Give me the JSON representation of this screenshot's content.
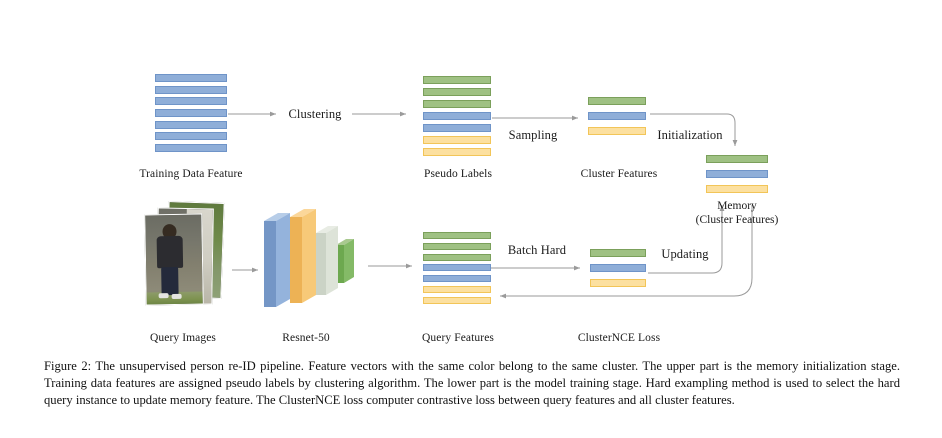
{
  "figure": {
    "caption_label": "Figure 2:",
    "caption_text": "The unsupervised person re-ID pipeline. Feature vectors with the same color belong to the same cluster. The upper part is the memory initialization stage. Training data features are assigned pseudo labels by clustering algorithm. The lower part is the model training stage. Hard exampling method is used to select the hard query instance to update memory feature. The ClusterNCE loss computer contrastive loss between query features and all cluster features."
  },
  "colors": {
    "green_fill": "#9fc183",
    "green_border": "#7ba05b",
    "blue_fill": "#8faed8",
    "blue_border": "#6f94c8",
    "yellow_fill": "#fce0a0",
    "yellow_border": "#f2c558",
    "arrow": "#9a9a9a",
    "slab_blue": "#8cadd6",
    "slab_yellow": "#f5c26b",
    "slab_gray": "#d6dcd1",
    "slab_green": "#82b464"
  },
  "upper_row": {
    "training_data": {
      "label": "Training Data Feature",
      "bars": [
        "blue",
        "blue",
        "blue",
        "blue",
        "blue",
        "blue",
        "blue"
      ]
    },
    "clustering_arrow": {
      "label": "Clustering"
    },
    "pseudo_labels": {
      "label": "Pseudo Labels",
      "bars": [
        "green",
        "green",
        "green",
        "blue",
        "blue",
        "yellow",
        "yellow"
      ]
    },
    "sampling_arrow": {
      "label": "Sampling"
    },
    "cluster_features": {
      "label": "Cluster Features",
      "bars": [
        "green",
        "blue",
        "yellow"
      ]
    },
    "initialization_arrow": {
      "label": "Initialization"
    }
  },
  "memory": {
    "label_line1": "Memory",
    "label_line2": "(Cluster Features)",
    "bars": [
      "green",
      "blue",
      "yellow"
    ]
  },
  "lower_row": {
    "query_images": {
      "label": "Query Images",
      "photo_count": 3
    },
    "resnet": {
      "label": "Resnet-50",
      "slabs": [
        "slab_blue",
        "slab_yellow",
        "slab_gray",
        "slab_green"
      ]
    },
    "query_features": {
      "label": "Query Features",
      "bars": [
        "green",
        "green",
        "green",
        "blue",
        "blue",
        "yellow",
        "yellow"
      ]
    },
    "batch_hard_arrow": {
      "label": "Batch Hard"
    },
    "cluster_nce": {
      "label": "ClusterNCE Loss",
      "bars": [
        "green",
        "blue",
        "yellow"
      ]
    },
    "updating_arrow": {
      "label": "Updating"
    }
  }
}
